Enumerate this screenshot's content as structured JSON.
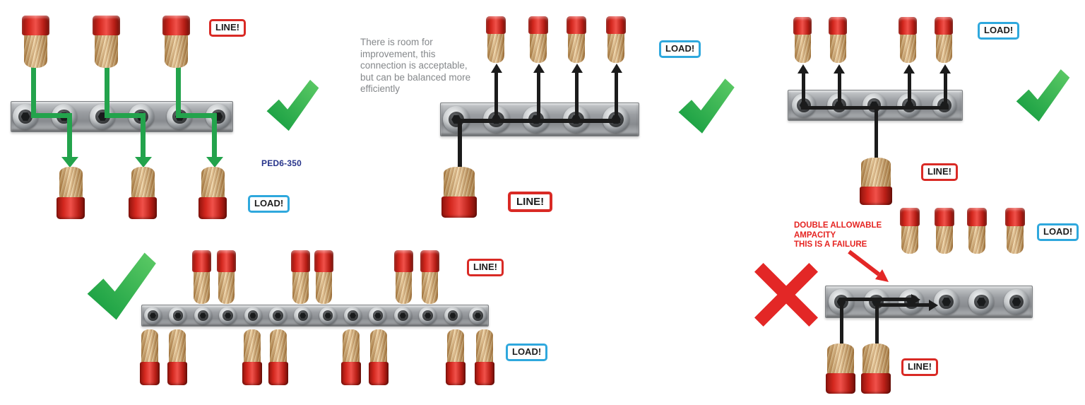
{
  "figure": {
    "background": "#ffffff",
    "description": "Power distribution block LINE and LOAD wiring examples: three acceptable configurations, one balanced multi-circuit configuration, and one failing double-ampacity configuration"
  },
  "colors": {
    "connection_green": "#23a34c",
    "connection_black": "#1b1b1b",
    "check_green_light": "#5ecb66",
    "check_green_dark": "#109a3e",
    "cross_red": "#e32726",
    "line_badge_border": "#d92a25",
    "load_badge_border": "#2fa8dd",
    "warning_text_red": "#e52421",
    "part_number_blue": "#27348b",
    "note_text_gray": "#85888b"
  },
  "panels": {
    "p1": {
      "verdict": "check",
      "line_badge": "LINE!",
      "load_badge": "LOAD!",
      "part_number": "PED6-350",
      "terminal_count": 6,
      "line_wire_count": 3,
      "load_wire_count": 3
    },
    "p2": {
      "verdict": "check",
      "note_lines": [
        "There is room for",
        "improvement, this",
        "connection is acceptable,",
        "but can be balanced more",
        "efficiently"
      ],
      "line_badge": "LINE!",
      "load_badge": "LOAD!",
      "terminal_count": 5,
      "line_wire_count": 1,
      "load_wire_count": 4
    },
    "p3": {
      "verdict": "check",
      "line_badge": "LINE!",
      "load_badge": "LOAD!",
      "terminal_count": 5,
      "line_wire_count": 1,
      "load_wire_count": 4
    },
    "p4": {
      "verdict": "check",
      "line_badge": "LINE!",
      "load_badge": "LOAD!",
      "terminal_count": 14,
      "line_wire_count": 6,
      "load_wire_count": 8
    },
    "p5": {
      "verdict": "cross",
      "warning_lines": [
        "DOUBLE ALLOWABLE",
        "AMPACITY",
        "THIS IS A FAILURE"
      ],
      "line_badge": "LINE!",
      "load_badge": "LOAD!",
      "terminal_count": 6,
      "line_wire_count": 2,
      "load_wire_count": 4
    }
  }
}
